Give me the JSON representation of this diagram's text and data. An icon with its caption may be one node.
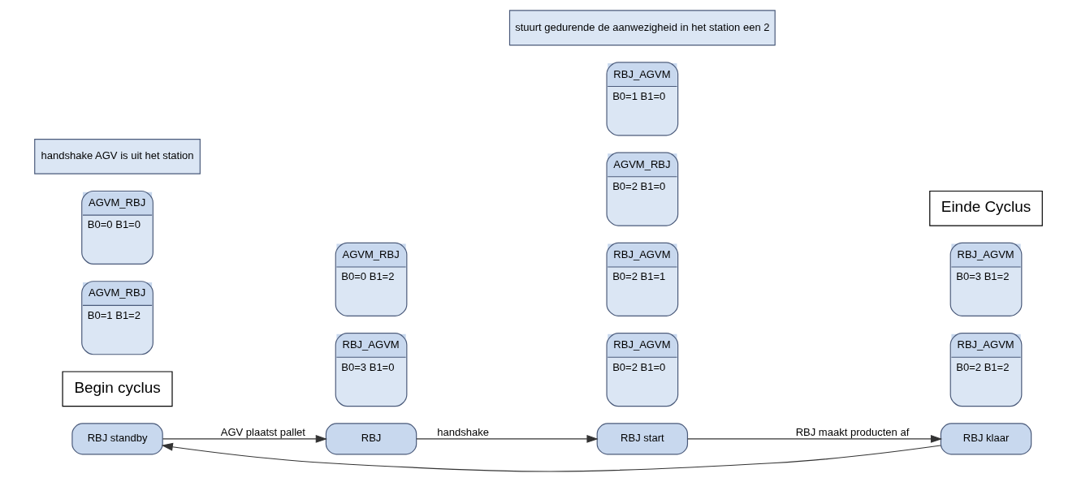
{
  "diagram": {
    "nodes": [
      {
        "text": [
          "RBJ standby"
        ]
      },
      {
        "text": [
          "RBJ"
        ]
      },
      {
        "text": [
          "RBJ start"
        ]
      },
      {
        "text": [
          "RBJ klaar"
        ]
      },
      {
        "text": [
          "Begin cyclus"
        ]
      },
      {
        "text": [
          "AGVM_RBJ",
          "B0=1 B1=2"
        ]
      },
      {
        "text": [
          "RBJ_AGVM",
          "B0=3 B1=0"
        ]
      },
      {
        "text": [
          "AGVM_RBJ",
          "B0=0 B1=2"
        ]
      },
      {
        "text": [
          "RBJ_AGVM",
          "B0=2 B1=0"
        ]
      },
      {
        "text": [
          "RBJ_AGVM",
          "B0=2 B1=1"
        ]
      },
      {
        "text": [
          "RBJ_AGVM",
          "B0=2 B1=2"
        ]
      },
      {
        "text": [
          "RBJ_AGVM",
          "B0=3 B1=2"
        ]
      },
      {
        "text": [
          "Einde Cyclus"
        ]
      },
      {
        "text": [
          "AGVM_RBJ",
          "B0=0 B1=0"
        ]
      },
      {
        "text": [
          "AGVM_RBJ",
          "B0=2 B1=0"
        ]
      },
      {
        "text": [
          "RBJ_AGVM",
          "B0=1 B1=0"
        ]
      },
      {
        "text": [
          "handshake AGV is uit het station"
        ]
      },
      {
        "text": [
          "stuurt gedurende de aanwezigheid in het station een 2"
        ]
      }
    ],
    "edges": [
      {
        "from": 0,
        "to": 1,
        "arrow": "to",
        "label": "AGV plaatst pallet"
      },
      {
        "from": 1,
        "to": 2,
        "arrow": "to",
        "label": "handshake"
      },
      {
        "from": 2,
        "to": 3,
        "arrow": "to",
        "label": "RBJ maakt producten af"
      },
      {
        "from": 3,
        "to": 0,
        "arrow": "to"
      }
    ]
  }
}
